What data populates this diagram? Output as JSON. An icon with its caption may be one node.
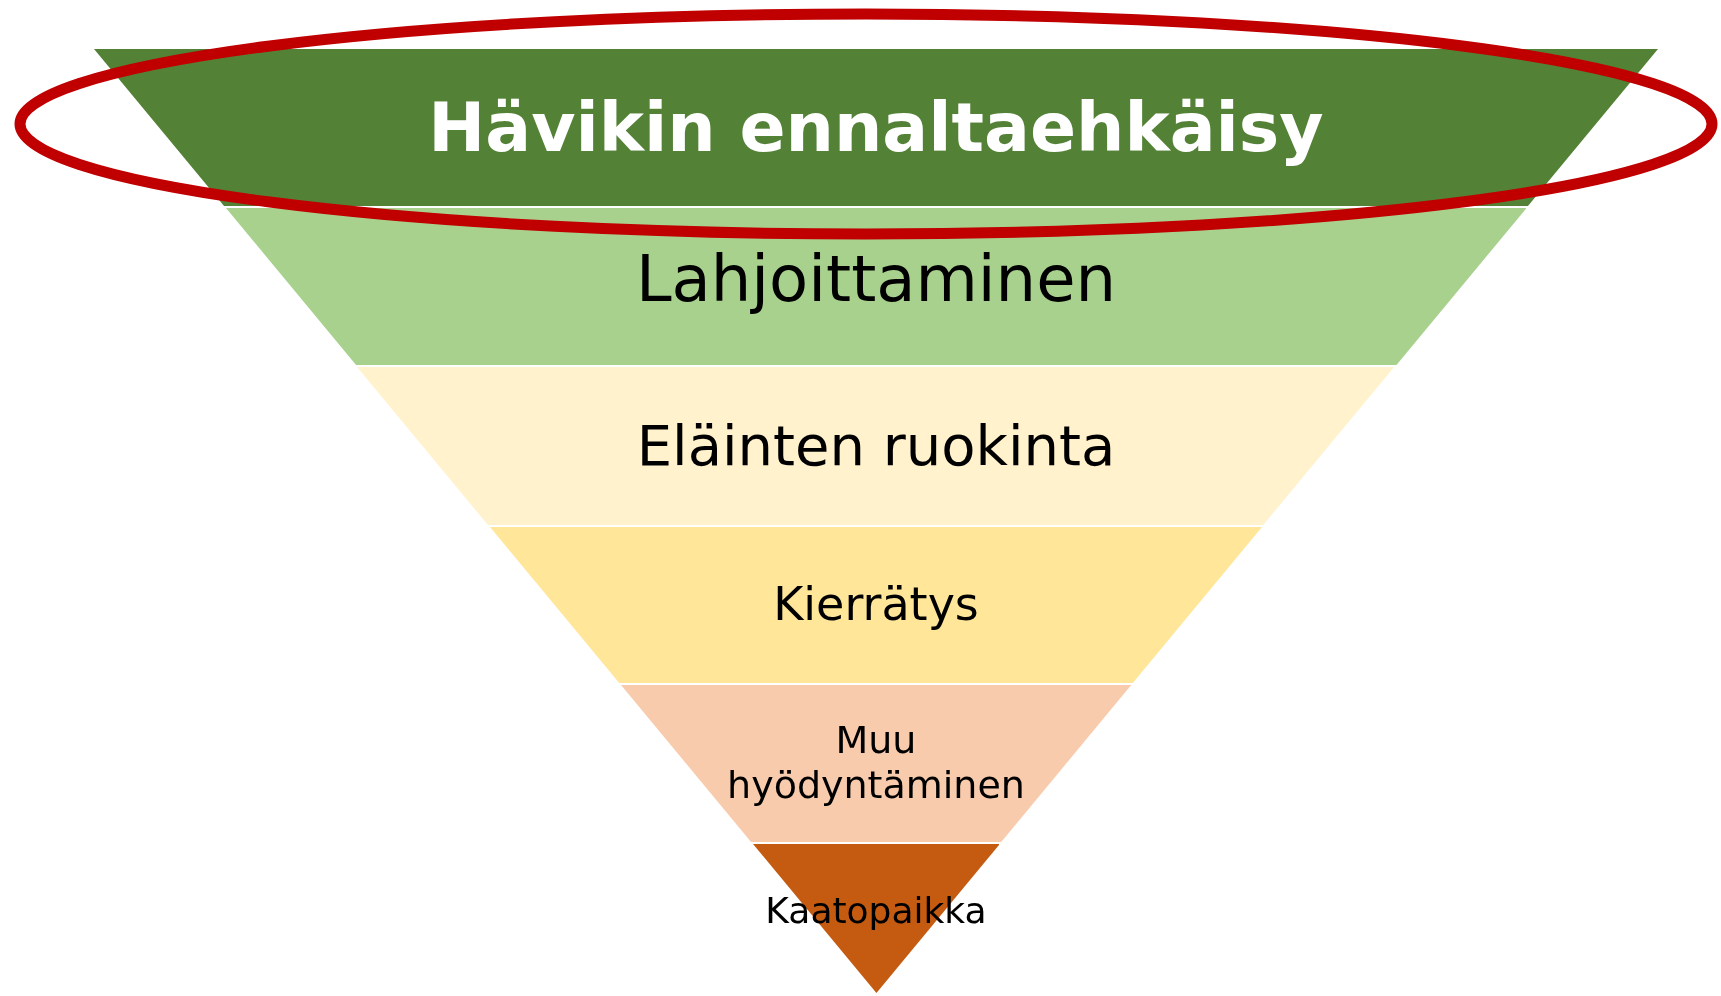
{
  "diagram": {
    "nodes": [
      {
        "text": [
          "Hävikin ennaltaehkäisy"
        ]
      },
      {
        "text": [
          "Lahjoittaminen"
        ]
      },
      {
        "text": [
          "Eläinten ruokinta"
        ]
      },
      {
        "text": [
          "Kierrätys"
        ]
      },
      {
        "text": [
          "Muu hyödyntäminen"
        ]
      },
      {
        "text": [
          "Kaatopaikka"
        ]
      }
    ]
  }
}
